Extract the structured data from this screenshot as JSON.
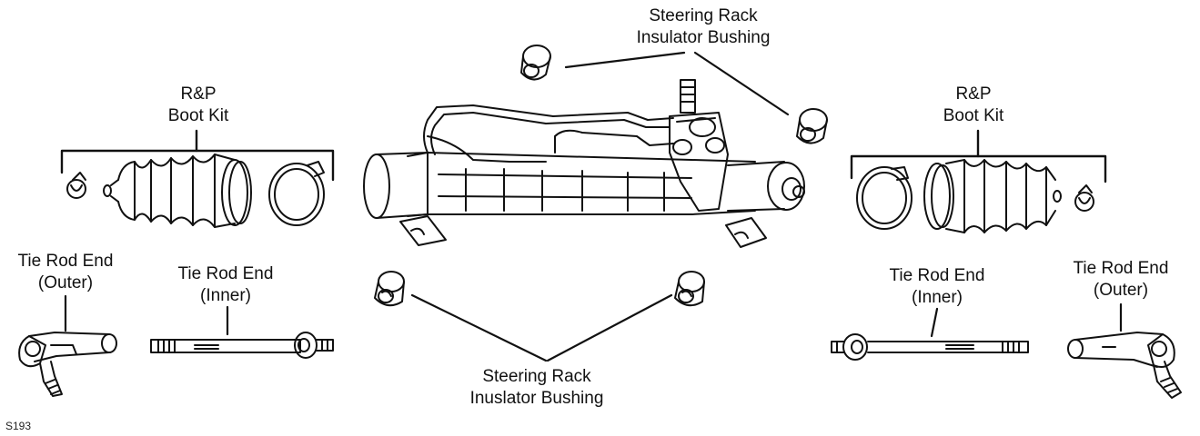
{
  "labels": {
    "top_bushing": [
      "Steering Rack",
      "Insulator Bushing"
    ],
    "bottom_bushing": [
      "Steering Rack",
      "Inuslator Bushing"
    ],
    "left_boot_kit": [
      "R&P",
      "Boot Kit"
    ],
    "right_boot_kit": [
      "R&P",
      "Boot Kit"
    ],
    "left_outer_tie_rod": [
      "Tie Rod End",
      "(Outer)"
    ],
    "left_inner_tie_rod": [
      "Tie Rod End",
      "(Inner)"
    ],
    "right_inner_tie_rod": [
      "Tie Rod End",
      "(Inner)"
    ],
    "right_outer_tie_rod": [
      "Tie Rod End",
      "(Outer)"
    ]
  },
  "figure_code": "S193"
}
